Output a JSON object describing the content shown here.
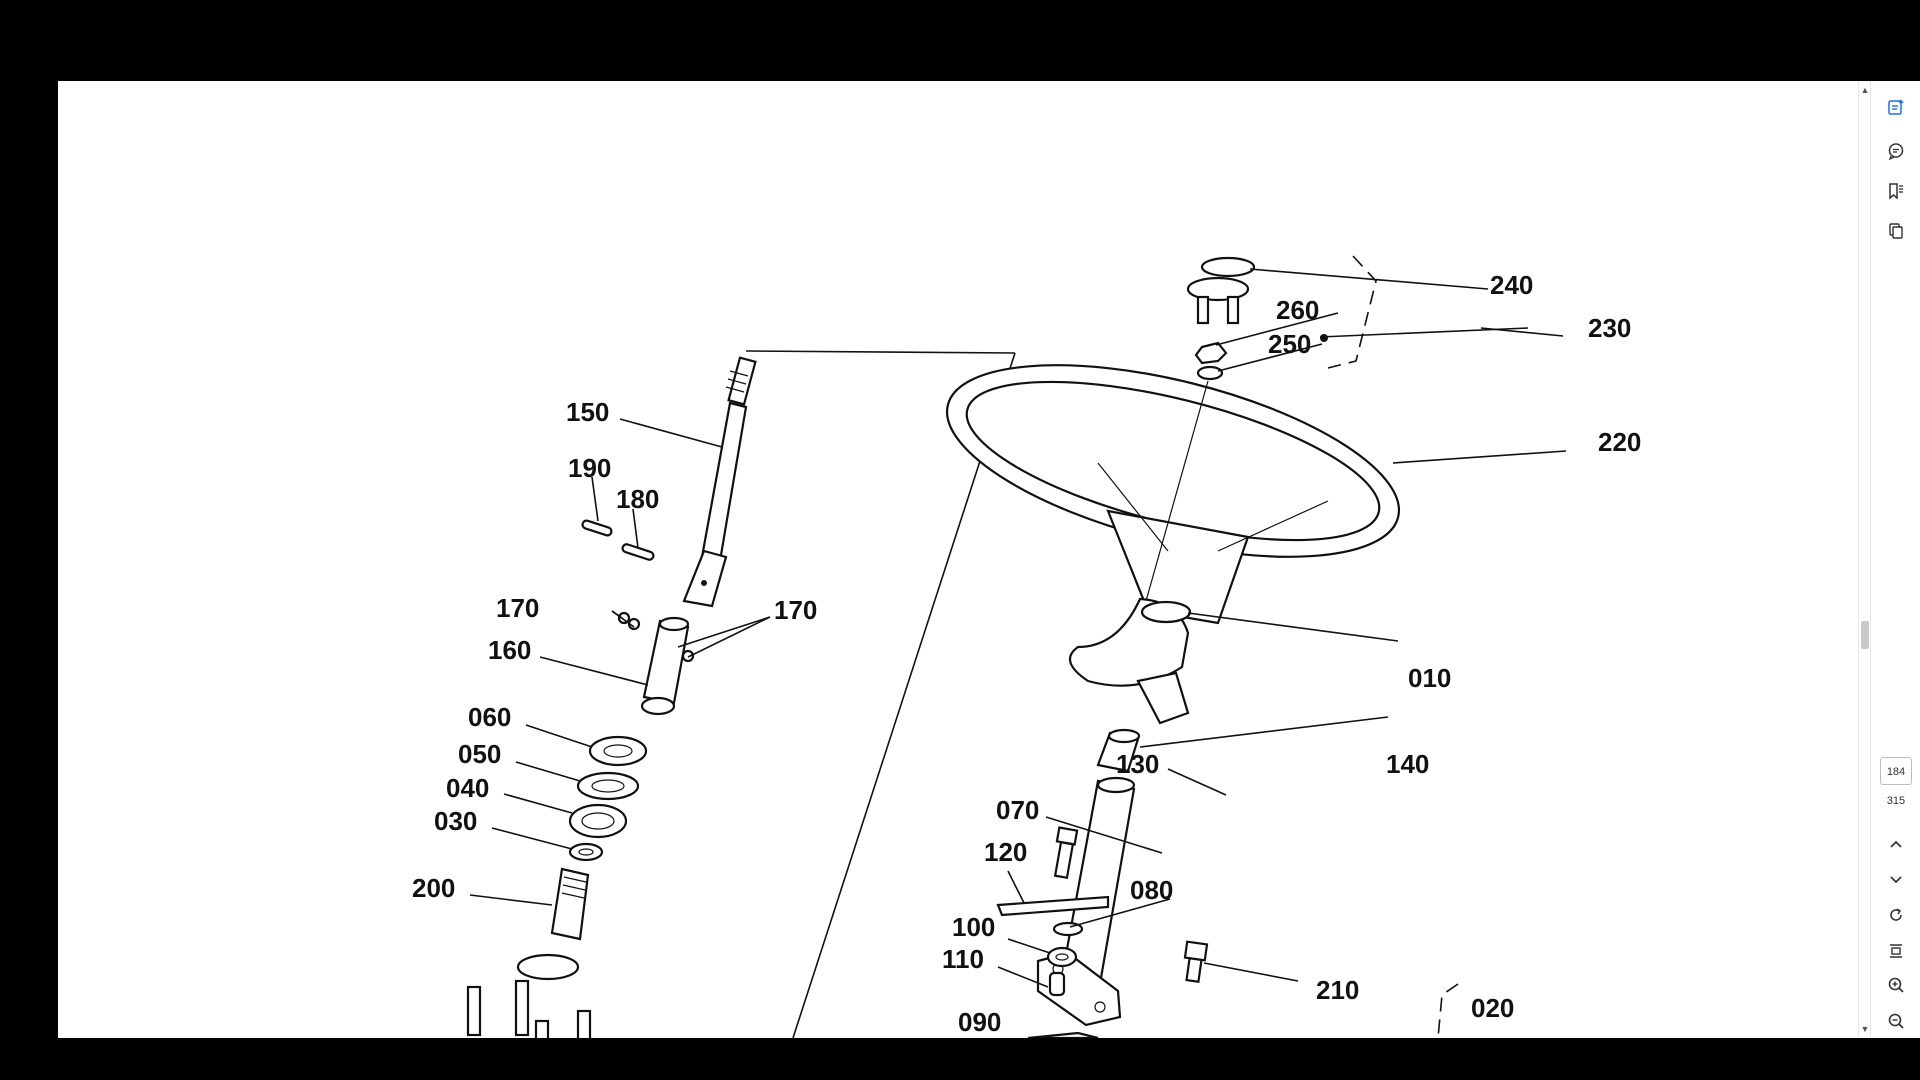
{
  "document": {
    "diagram_type": "exploded parts diagram",
    "callouts": {
      "c240": "240",
      "c230": "230",
      "c260": "260",
      "c250": "250",
      "c220": "220",
      "c150": "150",
      "c190": "190",
      "c180": "180",
      "c170a": "170",
      "c170b": "170",
      "c160": "160",
      "c060": "060",
      "c050": "050",
      "c040": "040",
      "c030": "030",
      "c200": "200",
      "c010": "010",
      "c140": "140",
      "c130": "130",
      "c070": "070",
      "c120": "120",
      "c080": "080",
      "c100": "100",
      "c110": "110",
      "c090": "090",
      "c210": "210",
      "c020": "020"
    }
  },
  "viewer": {
    "page_current": "184",
    "page_total": "315",
    "accent_color": "#1a73e8",
    "sidebar_icons": [
      "ai-assistant-icon",
      "comment-icon",
      "bookmark-icon",
      "thumbnails-icon"
    ],
    "nav_icons": [
      "previous-page-icon",
      "next-page-icon",
      "rotate-icon",
      "fit-page-icon",
      "zoom-in-icon",
      "zoom-out-icon"
    ]
  }
}
